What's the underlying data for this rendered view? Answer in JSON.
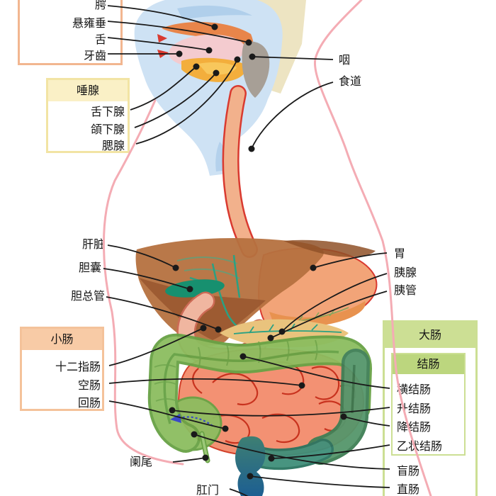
{
  "diagram": {
    "subject": "human-digestive-system-diagram",
    "language": "zh"
  },
  "mouth_box": {
    "items": [
      "腭",
      "悬雍垂",
      "舌",
      "牙齒"
    ]
  },
  "salivary_box": {
    "header": "唾腺",
    "items": [
      "舌下腺",
      "頜下腺",
      "腮腺"
    ]
  },
  "throat": {
    "pharynx": "咽",
    "esophagus": "食道"
  },
  "upper_left": {
    "liver": "肝脏",
    "gallbladder": "胆囊",
    "common_bile_duct": "胆总管"
  },
  "upper_right": {
    "stomach": "胃",
    "pancreas": "胰腺",
    "pancreatic_duct": "胰管"
  },
  "small_intestine_box": {
    "header": "小肠",
    "items": [
      "十二指肠",
      "空肠",
      "回肠"
    ]
  },
  "large_intestine_box": {
    "header": "大肠",
    "colon_box": {
      "header": "结肠",
      "items": [
        "横结肠",
        "升结肠",
        "降结肠",
        "乙状结肠"
      ]
    },
    "cecum": "盲肠",
    "rectum": "直肠"
  },
  "bottom": {
    "appendix": "阑尾",
    "anus": "肛门"
  },
  "colors": {
    "peach_border": "#F2B690",
    "peach_header": "#F8CBA6",
    "yellow_border": "#F2E4A4",
    "yellow_header": "#FAF0C6",
    "green_border": "#CCDF94",
    "green_header_dark": "#BCD67E",
    "body_outline_pink": "#F4ACB4",
    "head_blue": "#CEE2F4",
    "liver_brown": "#B5713F",
    "gallbladder_teal": "#17906F",
    "stomach_salmon": "#F2A478",
    "small_intestine_coral": "#F39173",
    "colon_green": "#8CBD5F",
    "sigmoid_teal": "#3F8F7A",
    "rectum_blue": "#1D5F92",
    "callout_line": "#1A1A1A"
  }
}
